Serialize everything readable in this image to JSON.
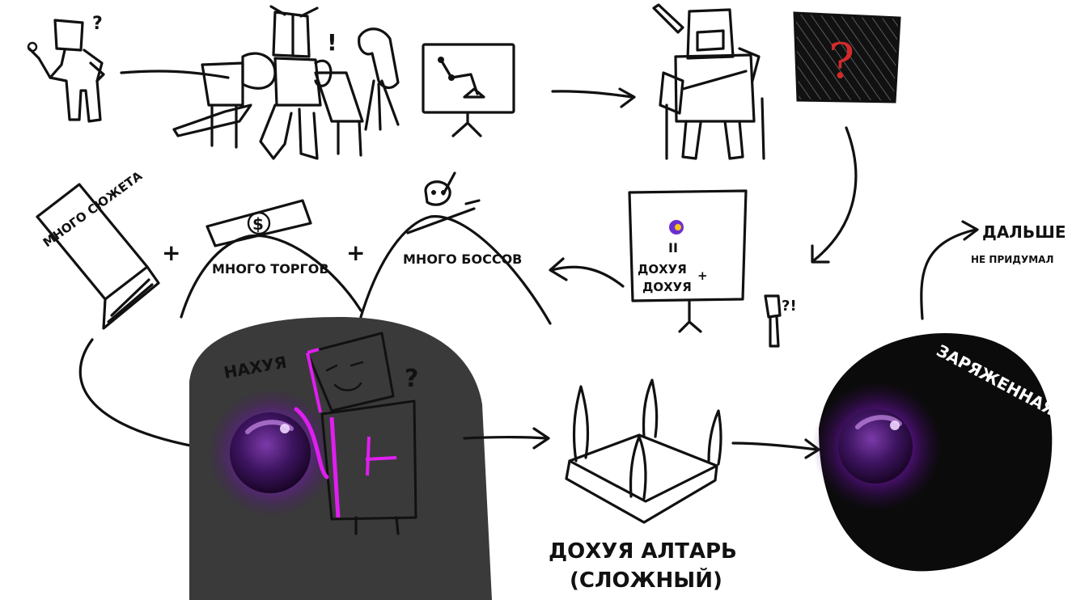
{
  "colors": {
    "ink": "#111111",
    "dark_panel": "#3a3a3a",
    "orb_black": "#0b0b0b",
    "glow_purple": "#a020f0",
    "neon_magenta": "#e01ef0",
    "question_red": "#d42a2a",
    "badge_purple": "#6b2fd0",
    "badge_yellow": "#f5c518"
  },
  "labels": {
    "question_mark": "?",
    "exclaim": "!",
    "book": "МНОГО СЮЖЕТА",
    "plus_1": "+",
    "money": "МНОГО ТОРГОВ",
    "plus_2": "+",
    "bosses": "МНОГО БОССОВ",
    "board_line_1": "II",
    "board_line_2": "ДОХУЯ",
    "board_plus": "+",
    "board_line_3": "ДОХУЯ",
    "interrobang": "?!",
    "dollar": "$",
    "dark_panel_text": "НАХУЯ",
    "player_question": "?",
    "mystery_question": "?",
    "altar_line_1": "ДОХУЯ АЛТАРЬ",
    "altar_line_2": "(СЛОЖНЫЙ)",
    "charged": "ЗАРЯЖЕННАЯ",
    "next_line_1": "ДАЛЬШЕ",
    "next_line_2": "НЕ ПРИДУМАЛ"
  }
}
